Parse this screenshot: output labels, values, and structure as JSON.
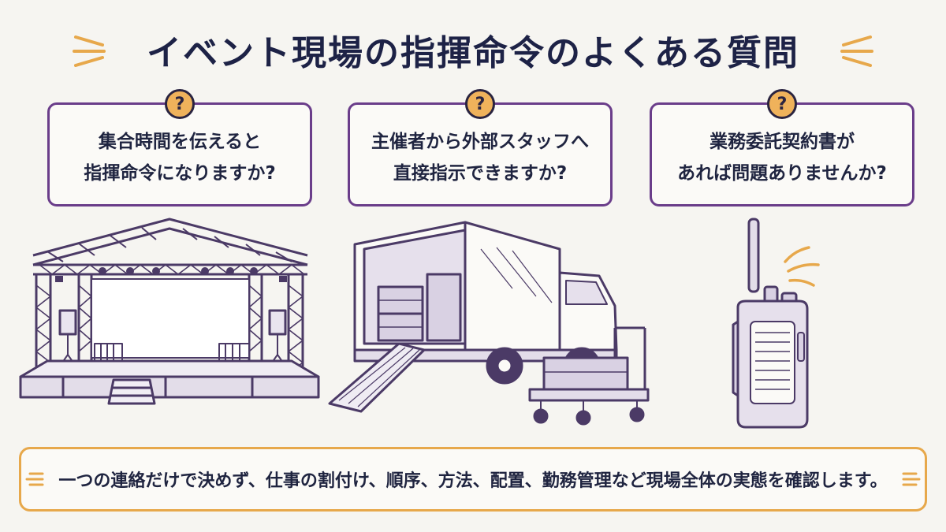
{
  "title": "イベント現場の指揮命令のよくある質問",
  "question_mark": "?",
  "questions": [
    {
      "line1": "集合時間を伝えると",
      "line2": "指揮命令になりますか?"
    },
    {
      "line1": "主催者から外部スタッフへ",
      "line2": "直接指示できますか?"
    },
    {
      "line1": "業務委託契約書が",
      "line2": "あれば問題ありませんか?"
    }
  ],
  "footer_text": "一つの連絡だけで決めず、仕事の割付け、順序、方法、配置、勤務管理など現場全体の実態を確認します。",
  "colors": {
    "accent_purple": "#6a3d8a",
    "accent_orange": "#e7a84b",
    "title_navy": "#1d2246"
  },
  "icons": [
    "burst-lines-icon",
    "question-icon",
    "stage-illustration",
    "truck-illustration",
    "walkie-talkie-illustration",
    "dash-lines-icon"
  ]
}
